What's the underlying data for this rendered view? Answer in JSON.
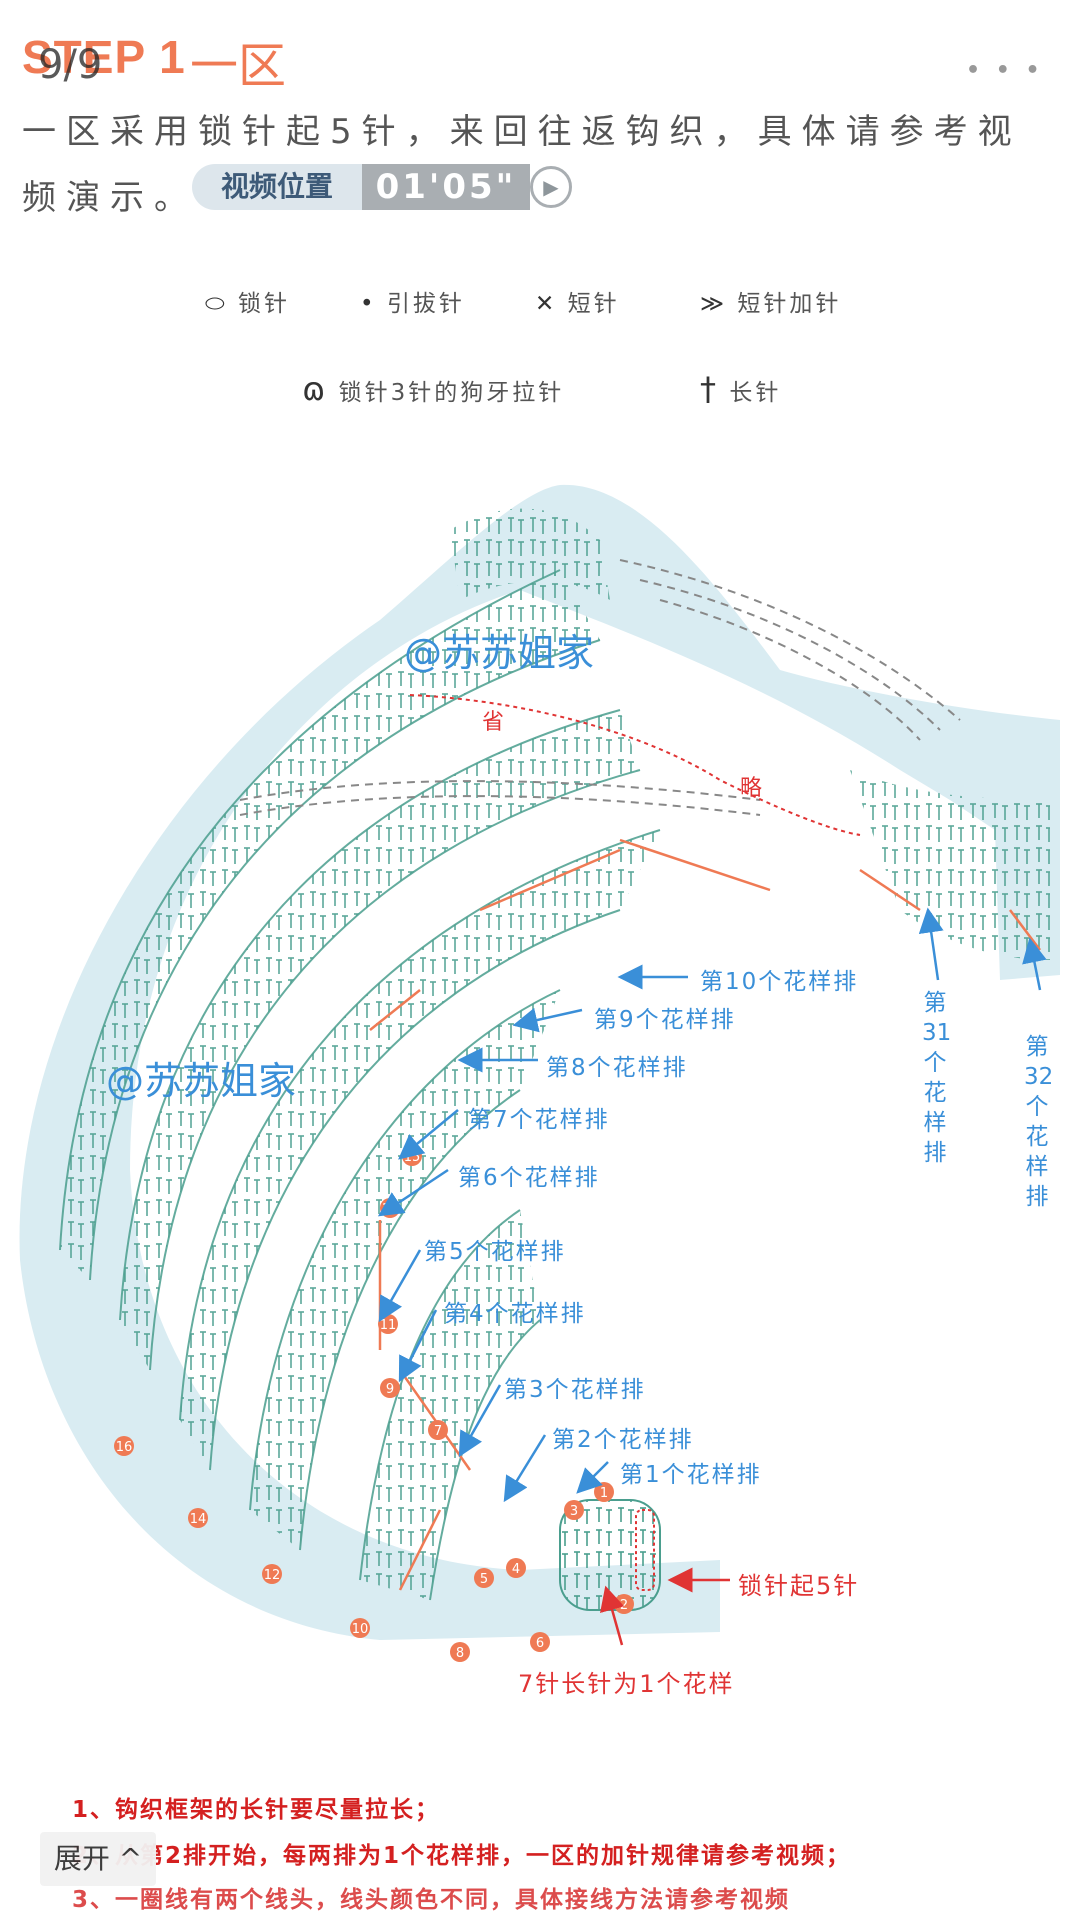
{
  "header": {
    "step": "STEP 1",
    "zone": "一区",
    "page_counter": "9/9",
    "more_dots": "• • •"
  },
  "intro": {
    "line1": "一区采用锁针起5针，来回往返钩织，具体请参考视",
    "line2": "频演示。"
  },
  "video": {
    "label": "视频位置",
    "time": "01'05\""
  },
  "legend": [
    {
      "icon": "chain-icon",
      "symbol": "⬭",
      "label": "锁针"
    },
    {
      "icon": "slip-stitch-icon",
      "symbol": "•",
      "label": "引拔针"
    },
    {
      "icon": "single-crochet-icon",
      "symbol": "✕",
      "label": "短针"
    },
    {
      "icon": "sc-increase-icon",
      "symbol": "≫",
      "label": "短针加针"
    },
    {
      "icon": "picot-icon",
      "symbol": "ɷ",
      "label": "锁针3针的狗牙拉针"
    },
    {
      "icon": "double-crochet-icon",
      "symbol": "†",
      "label": "长针"
    }
  ],
  "diagram": {
    "watermark": "@苏苏姐家",
    "omit_1": "省",
    "omit_2": "略",
    "rows": [
      "第10个花样排",
      "第9个花样排",
      "第8个花样排",
      "第7个花样排",
      "第6个花样排",
      "第5个花样排",
      "第4个花样排",
      "第3个花样排",
      "第2个花样排",
      "第1个花样排"
    ],
    "row31": "第31个花样排",
    "row32": "第32个花样排",
    "start_chain": "锁针起5针",
    "pattern_def": "7针长针为1个花样",
    "markers": [
      "1",
      "2",
      "3",
      "4",
      "5",
      "6",
      "7",
      "8",
      "9",
      "10",
      "11",
      "12",
      "13",
      "14",
      "15",
      "16"
    ]
  },
  "notes": {
    "n1": "1、钩织框架的长针要尽量拉长；",
    "n2": "2、从第2排开始，每两排为1个花样排，一区的加针规律请参考视频；",
    "n3": "3、一圈线有两个线头，线头颜色不同，具体接线方法请参考视频"
  },
  "expand_button": "展开 ^",
  "colors": {
    "accent": "#ef7a54",
    "blue": "#3a8fd8",
    "red": "#e03434",
    "fill": "#d9ecf2",
    "stitch": "#4a9e8e"
  }
}
